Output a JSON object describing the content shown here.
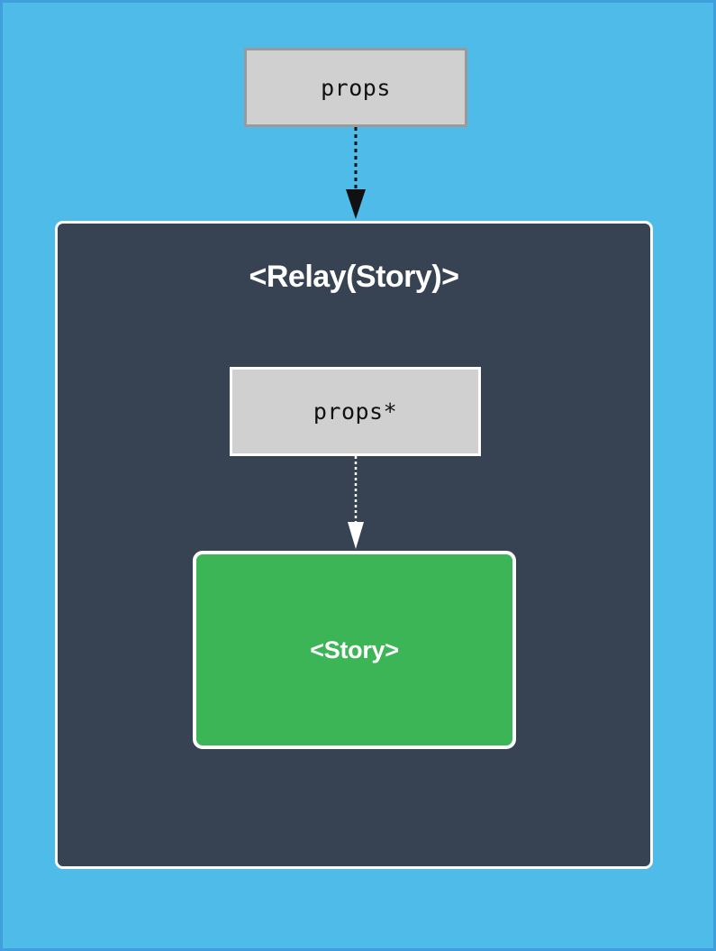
{
  "diagram": {
    "title": "Relay Story component composition",
    "background_color": "#4fbbe8",
    "border_color": "#3f9fdc"
  },
  "nodes": {
    "props_outer": {
      "label": "props",
      "fill_color": "#d0d0d0",
      "border_color": "#9a9a9a",
      "text_color": "#111111"
    },
    "relay_panel": {
      "label": "<Relay(Story)>",
      "fill_color": "#374353",
      "border_color": "#ffffff",
      "text_color": "#ffffff"
    },
    "props_inner": {
      "label": "props*",
      "fill_color": "#d0d0d0",
      "border_color": "#ffffff",
      "text_color": "#111111"
    },
    "story": {
      "label": "<Story>",
      "fill_color": "#3cb557",
      "border_color": "#ffffff",
      "text_color": "#ffffff"
    }
  },
  "connectors": {
    "props_to_relay": {
      "name": "props-to-relay-arrow",
      "style": "dashed",
      "color": "#111111",
      "from": "props",
      "to": "<Relay(Story)>"
    },
    "props_to_story": {
      "name": "props-star-to-story-arrow",
      "style": "dashed",
      "color": "#ffffff",
      "from": "props*",
      "to": "<Story>"
    }
  }
}
